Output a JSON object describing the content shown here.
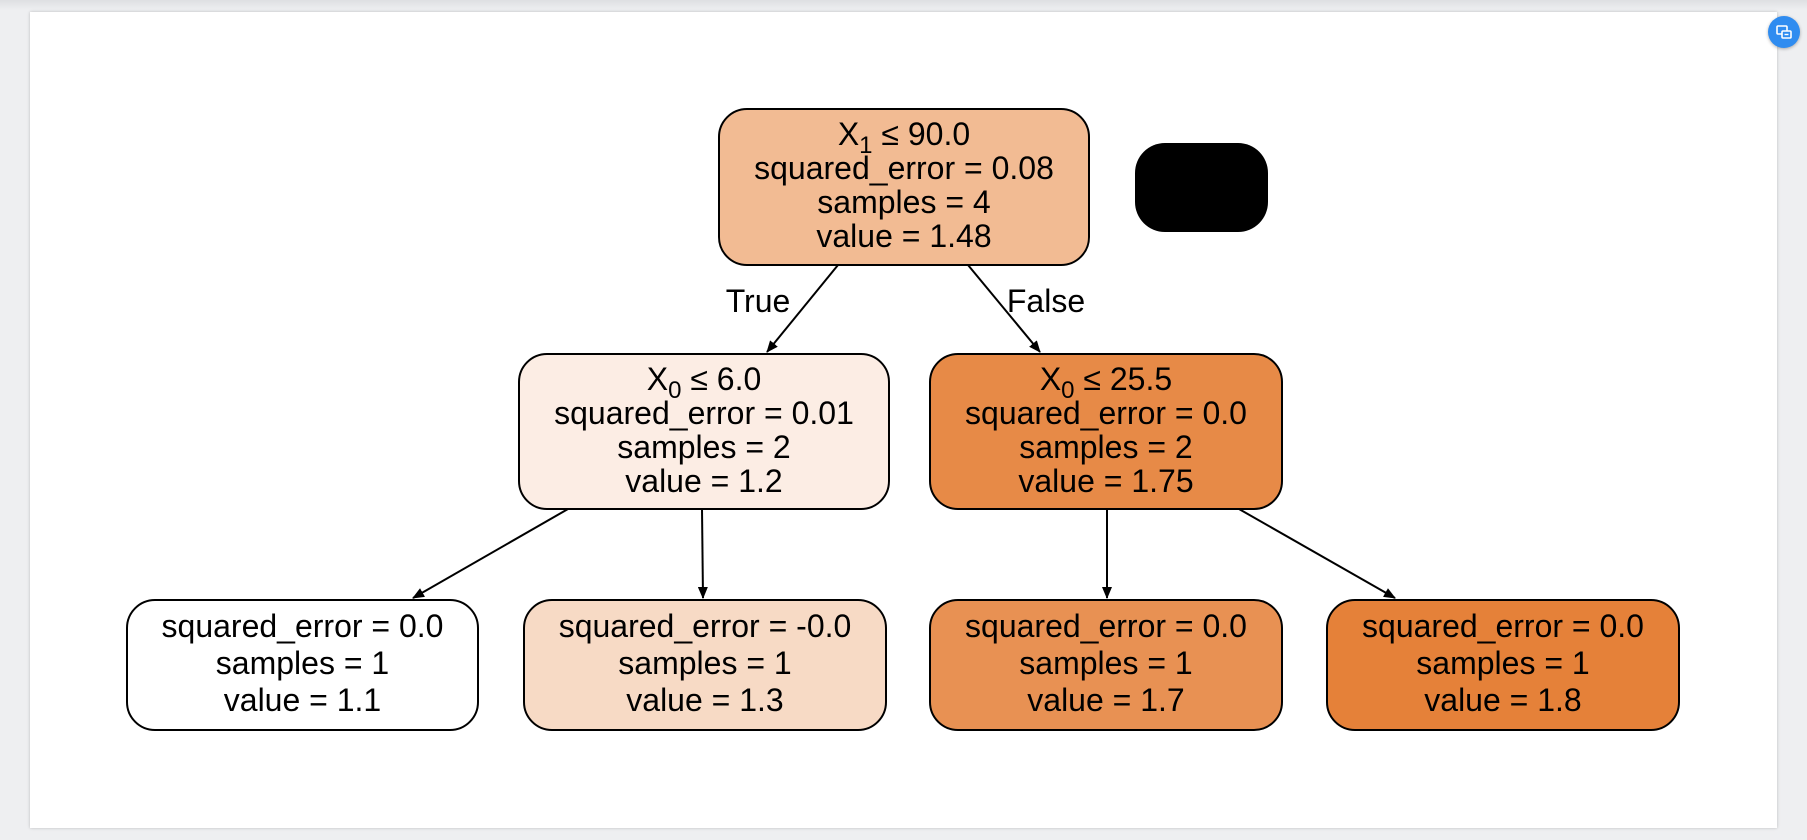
{
  "tree": {
    "nodes": [
      {
        "id": "root",
        "lines": [
          {
            "var": "X",
            "sub": "1",
            "rest": " ≤ 90.0"
          },
          "squared_error = 0.08",
          "samples = 4",
          "value = 1.48"
        ],
        "fill": "#f2bb93"
      },
      {
        "id": "n1",
        "lines": [
          {
            "var": "X",
            "sub": "0",
            "rest": " ≤ 6.0"
          },
          "squared_error = 0.01",
          "samples = 2",
          "value = 1.2"
        ],
        "fill": "#fcede4"
      },
      {
        "id": "n2",
        "lines": [
          {
            "var": "X",
            "sub": "0",
            "rest": " ≤ 25.5"
          },
          "squared_error = 0.0",
          "samples = 2",
          "value = 1.75"
        ],
        "fill": "#e78a47"
      },
      {
        "id": "n3",
        "lines": [
          "squared_error = 0.0",
          "samples = 1",
          "value = 1.1"
        ],
        "fill": "#ffffff"
      },
      {
        "id": "n4",
        "lines": [
          "squared_error = -0.0",
          "samples = 1",
          "value = 1.3"
        ],
        "fill": "#f7dac5"
      },
      {
        "id": "n5",
        "lines": [
          "squared_error = 0.0",
          "samples = 1",
          "value = 1.7"
        ],
        "fill": "#e89153"
      },
      {
        "id": "n6",
        "lines": [
          "squared_error = 0.0",
          "samples = 1",
          "value = 1.8"
        ],
        "fill": "#e58139"
      }
    ],
    "edges": [
      {
        "from": "root",
        "to": "n1",
        "label": "True"
      },
      {
        "from": "root",
        "to": "n2",
        "label": "False"
      },
      {
        "from": "n1",
        "to": "n3",
        "label": ""
      },
      {
        "from": "n1",
        "to": "n4",
        "label": ""
      },
      {
        "from": "n2",
        "to": "n5",
        "label": ""
      },
      {
        "from": "n2",
        "to": "n6",
        "label": ""
      }
    ],
    "redaction_color": "#000000"
  },
  "toolbar": {
    "float_button_icon": "screenshot-icon",
    "float_button_color": "#2f8cf0"
  }
}
